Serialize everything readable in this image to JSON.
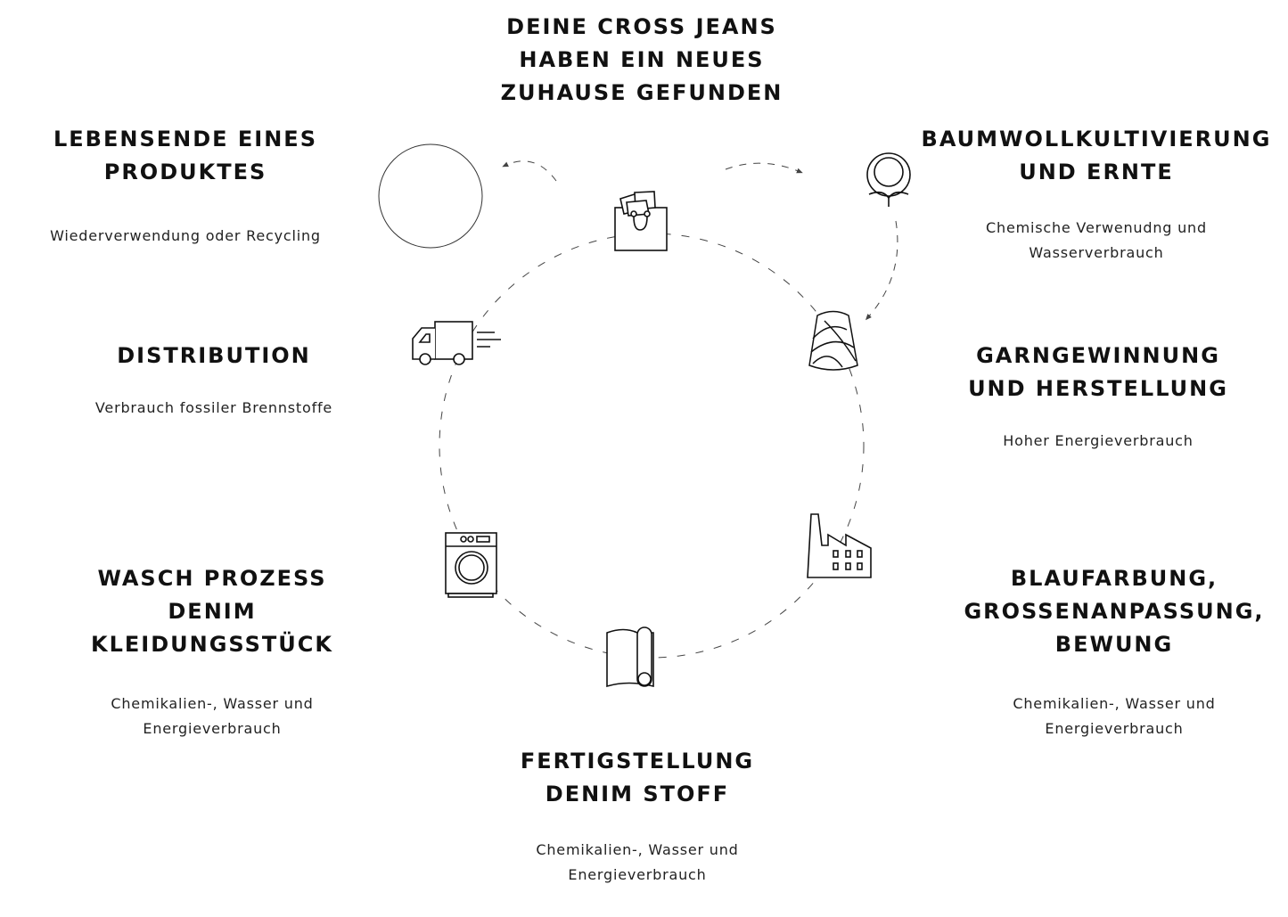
{
  "center": {
    "title_lines": [
      "DEINE CROSS JEANS",
      "HABEN EIN NEUES",
      "ZUHAUSE GEFUNDEN"
    ]
  },
  "stages": {
    "end_of_life": {
      "title_lines": [
        "LEBENSENDE EINES",
        "PRODUKTES"
      ],
      "desc_lines": [
        "Wiederverwendung oder Recycling"
      ]
    },
    "cotton": {
      "title_lines": [
        "BAUMWOLLKULTIVIERUNG",
        "UND ERNTE"
      ],
      "desc_lines": [
        "Chemische Verwenudng und",
        "Wasserverbrauch"
      ]
    },
    "distribution": {
      "title_lines": [
        "DISTRIBUTION"
      ],
      "desc_lines": [
        "Verbrauch fossiler Brennstoffe"
      ]
    },
    "yarn": {
      "title_lines": [
        "GARNGEWINNUNG",
        "UND HERSTELLUNG"
      ],
      "desc_lines": [
        "Hoher Energieverbrauch"
      ]
    },
    "washing": {
      "title_lines": [
        "WASCH PROZESS",
        "DENIM",
        "KLEIDUNGSSTÜCK"
      ],
      "desc_lines": [
        "Chemikalien-, Wasser und",
        "Energieverbrauch"
      ]
    },
    "dyeing": {
      "title_lines": [
        "BLAUFARBUNG,",
        "GROSSENANPASSUNG,",
        "BEWUNG"
      ],
      "desc_lines": [
        "Chemikalien-, Wasser und",
        "Energieverbrauch"
      ]
    },
    "finishing": {
      "title_lines": [
        "FERTIGSTELLUNG",
        "DENIM STOFF"
      ],
      "desc_lines": [
        "Chemikalien-, Wasser und",
        "Energieverbrauch"
      ]
    }
  },
  "colors": {
    "text": "#111111",
    "line": "#444444"
  }
}
